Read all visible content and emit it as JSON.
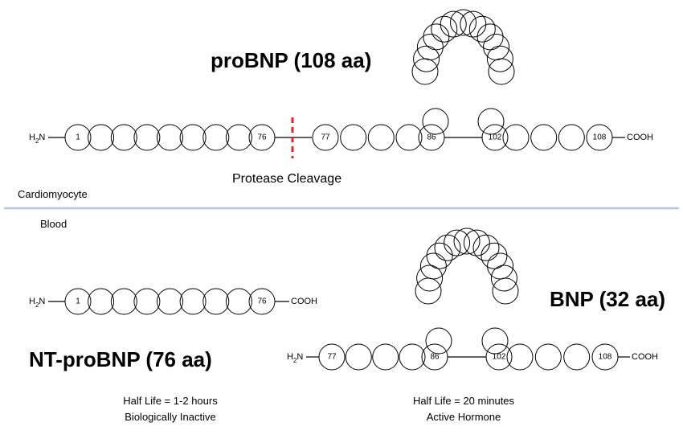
{
  "titles": {
    "probnp": "proBNP (108 aa)",
    "ntprobnp": "NT-proBNP (76 aa)",
    "bnp": "BNP (32 aa)"
  },
  "labels": {
    "cleavage": "Protease Cleavage",
    "cardiomyocyte": "Cardiomyocyte",
    "blood": "Blood",
    "n_terminus_prefix": "H",
    "n_terminus_sub": "2",
    "n_terminus_suffix": "N",
    "c_terminus": "COOH"
  },
  "residues": {
    "r1": "1",
    "r76": "76",
    "r77": "77",
    "r86": "86",
    "r102": "102",
    "r108": "108"
  },
  "ntprobnp_info": {
    "half_life": "Half Life = 1-2 hours",
    "activity": "Biologically Inactive"
  },
  "bnp_info": {
    "half_life": "Half Life = 20 minutes",
    "activity": "Active Hormone"
  },
  "colors": {
    "cleavage_mark": "#e8202a",
    "divider": "#b4c7e7"
  }
}
